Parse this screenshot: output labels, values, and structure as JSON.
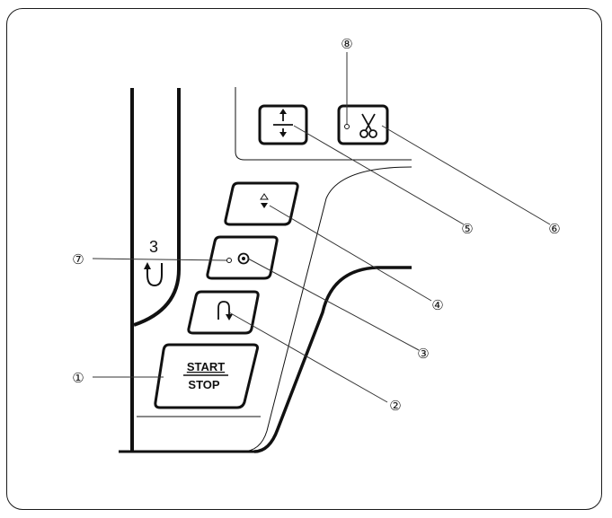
{
  "buttons": {
    "start_stop": {
      "line1": "START",
      "line2": "STOP",
      "callout": "①"
    },
    "reverse": {
      "callout": "②"
    },
    "auto_lock": {
      "callout": "③"
    },
    "needle_up_down": {
      "callout": "④"
    },
    "presser_foot_lifter": {
      "callout": "⑤"
    },
    "thread_cutter": {
      "callout": "⑥"
    }
  },
  "indicators": {
    "auto_lock_lamp": {
      "callout": "⑦"
    },
    "thread_cutter_lamp": {
      "callout": "⑧"
    }
  },
  "reverse_stitch_mark": {
    "number": "3"
  },
  "icons": [
    "up-down-arrow-icon",
    "lock-stitch-icon",
    "reverse-arrow-icon",
    "presser-foot-icon",
    "scissors-icon",
    "u-turn-arrow-icon"
  ]
}
